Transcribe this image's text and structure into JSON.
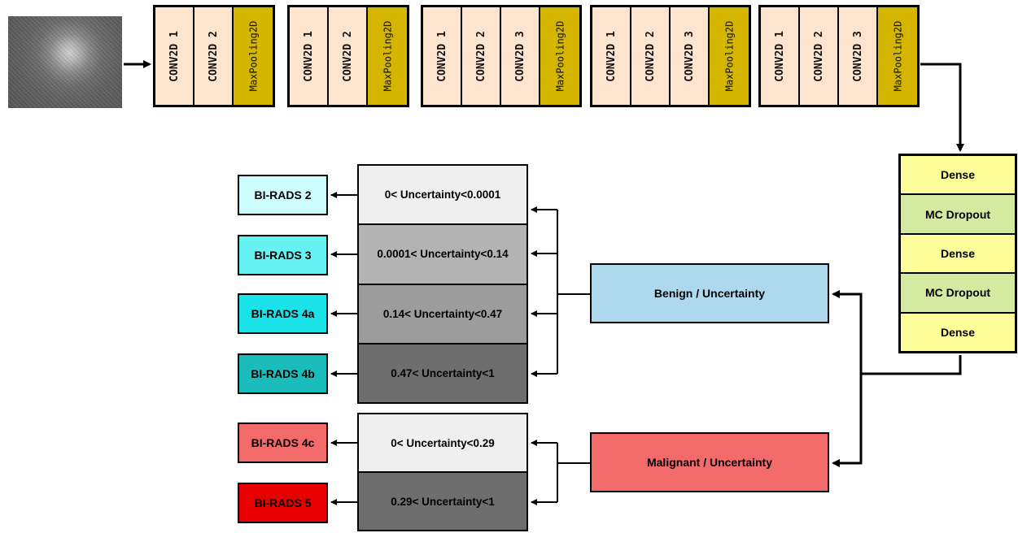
{
  "input": {
    "icon": "grayscale-ultrasound-image"
  },
  "conv_blocks": [
    {
      "layers": [
        "CONV2D 1",
        "CONV2D 2"
      ],
      "pool": "MaxPooling2D"
    },
    {
      "layers": [
        "CONV2D 1",
        "CONV2D 2"
      ],
      "pool": "MaxPooling2D"
    },
    {
      "layers": [
        "CONV2D 1",
        "CONV2D 2",
        "CONV2D 3"
      ],
      "pool": "MaxPooling2D"
    },
    {
      "layers": [
        "CONV2D 1",
        "CONV2D 2",
        "CONV2D 3"
      ],
      "pool": "MaxPooling2D"
    },
    {
      "layers": [
        "CONV2D 1",
        "CONV2D 2",
        "CONV2D 3"
      ],
      "pool": "MaxPooling2D"
    }
  ],
  "dense_stack": [
    "Dense",
    "MC Dropout",
    "Dense",
    "MC Dropout",
    "Dense"
  ],
  "benign": {
    "label": "Benign / Uncertainty"
  },
  "malignant": {
    "label": "Malignant / Uncertainty"
  },
  "benign_ranges": [
    "0< Uncertainty<0.0001",
    "0.0001< Uncertainty<0.14",
    "0.14< Uncertainty<0.47",
    "0.47< Uncertainty<1"
  ],
  "malignant_ranges": [
    "0< Uncertainty<0.29",
    "0.29< Uncertainty<1"
  ],
  "birads_benign": [
    "BI-RADS 2",
    "BI-RADS 3",
    "BI-RADS 4a",
    "BI-RADS 4b"
  ],
  "birads_malignant": [
    "BI-RADS 4c",
    "BI-RADS 5"
  ],
  "colors": {
    "conv": "#fde4cf",
    "pool": "#d4b500",
    "dense": "#fdfd9a",
    "mc_dropout": "#d4eaa0",
    "benign": "#aed8ee",
    "malignant": "#f26a6a",
    "benign_range_fills": [
      "#efefef",
      "#b3b3b3",
      "#9c9c9c",
      "#6e6e6e"
    ],
    "malignant_range_fills": [
      "#efefef",
      "#6e6e6e"
    ],
    "birads_benign_fills": [
      "#ccfcfc",
      "#66f2f2",
      "#19e3e9",
      "#1bbcbc"
    ],
    "birads_malignant_fills": [
      "#f26a6a",
      "#e80000"
    ]
  }
}
